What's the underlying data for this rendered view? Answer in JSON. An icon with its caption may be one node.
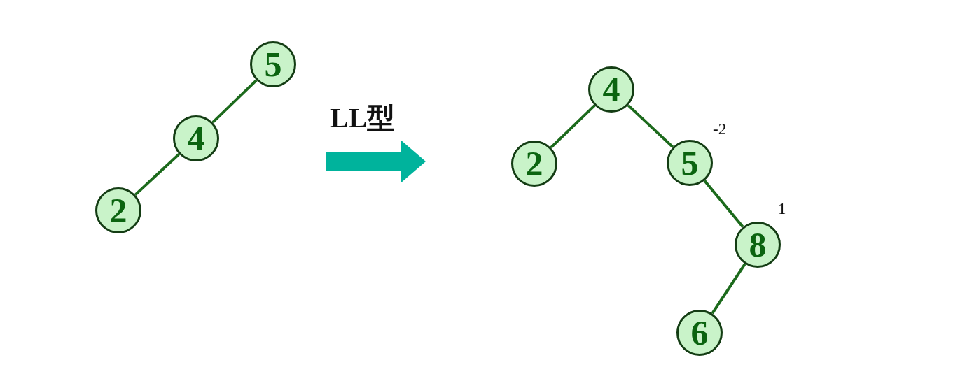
{
  "diagram": {
    "nodes": [
      {
        "text": [
          "5"
        ]
      },
      {
        "text": [
          "4"
        ]
      },
      {
        "text": [
          "2"
        ]
      },
      {
        "text": [
          "4"
        ]
      },
      {
        "text": [
          "2"
        ]
      },
      {
        "text": [
          "5"
        ],
        "beside": [
          "-2"
        ]
      },
      {
        "text": [
          "8"
        ],
        "beside": [
          "1"
        ]
      },
      {
        "text": [
          "6"
        ]
      }
    ],
    "edges": [
      {
        "from": 0,
        "to": 1,
        "arrow": "none"
      },
      {
        "from": 1,
        "to": 2,
        "arrow": "none"
      },
      {
        "from": 3,
        "to": 4,
        "arrow": "none"
      },
      {
        "from": 3,
        "to": 5,
        "arrow": "none"
      },
      {
        "from": 5,
        "to": 6,
        "arrow": "none"
      },
      {
        "from": 6,
        "to": 7,
        "arrow": "none"
      }
    ],
    "labels": [
      "LL型"
    ]
  }
}
